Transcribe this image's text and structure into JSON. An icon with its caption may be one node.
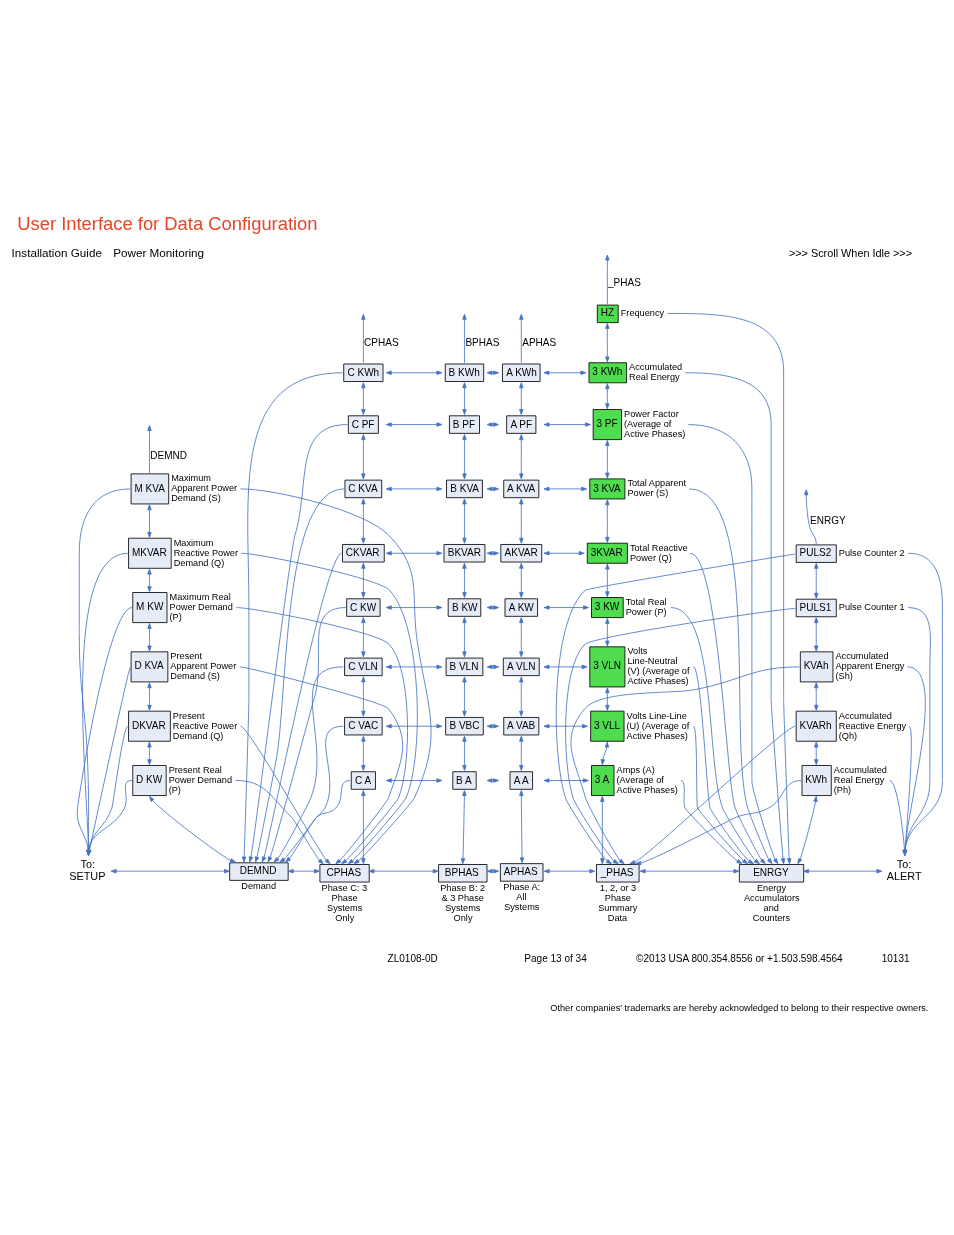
{
  "diagram": {
    "title": "User Interface for Data Configuration",
    "nodes": [
      {
        "text": [
          "To: SETUP"
        ]
      },
      {
        "text": [
          "DEMND"
        ],
        "beside": [
          "Demand"
        ]
      },
      {
        "text": [
          "D KW"
        ],
        "beside": [
          "Present Real Power Demand (P)"
        ]
      },
      {
        "text": [
          "DKVAR"
        ],
        "beside": [
          "Present Reactive Power Demand (Q)"
        ]
      },
      {
        "text": [
          "D KVA"
        ],
        "beside": [
          "Present Apparent Power Demand (S)"
        ]
      },
      {
        "text": [
          "M KW"
        ],
        "beside": [
          "Maximum Real Power Demand (P)"
        ]
      },
      {
        "text": [
          "MKVAR"
        ],
        "beside": [
          "Maximum Reactive Power Demand (Q)"
        ]
      },
      {
        "text": [
          "M KVA"
        ],
        "beside": [
          "Maximum Apparent Power Demand (S)"
        ]
      },
      {
        "text": [
          "CPHAS"
        ],
        "beside": [
          "Phase C: 3 Phase Systems Only"
        ]
      },
      {
        "text": [
          "C A"
        ]
      },
      {
        "text": [
          "C VAC"
        ]
      },
      {
        "text": [
          "C VLN"
        ]
      },
      {
        "text": [
          "C KW"
        ]
      },
      {
        "text": [
          "CKVAR"
        ]
      },
      {
        "text": [
          "C KVA"
        ]
      },
      {
        "text": [
          "C PF"
        ]
      },
      {
        "text": [
          "C KWh"
        ]
      },
      {
        "text": [
          "BPHAS"
        ],
        "beside": [
          "Phase B: 2 & 3 Phase Systems Only"
        ]
      },
      {
        "text": [
          "B A"
        ]
      },
      {
        "text": [
          "B VBC"
        ]
      },
      {
        "text": [
          "B VLN"
        ]
      },
      {
        "text": [
          "B KW"
        ]
      },
      {
        "text": [
          "BKVAR"
        ]
      },
      {
        "text": [
          "B KVA"
        ]
      },
      {
        "text": [
          "B PF"
        ]
      },
      {
        "text": [
          "B KWh"
        ]
      },
      {
        "text": [
          "APHAS"
        ],
        "beside": [
          "Phase A: All Systems"
        ]
      },
      {
        "text": [
          "A A"
        ]
      },
      {
        "text": [
          "A VAB"
        ]
      },
      {
        "text": [
          "A VLN"
        ]
      },
      {
        "text": [
          "A KW"
        ]
      },
      {
        "text": [
          "AKVAR"
        ]
      },
      {
        "text": [
          "A KVA"
        ]
      },
      {
        "text": [
          "A PF"
        ]
      },
      {
        "text": [
          "A KWh"
        ]
      },
      {
        "text": [
          "_PHAS"
        ],
        "beside": [
          "1, 2, or 3 Phase Summary Data"
        ]
      },
      {
        "text": [
          "3 A"
        ],
        "beside": [
          "Amps (A) (Average of Active Phases)"
        ]
      },
      {
        "text": [
          "3 VLL"
        ],
        "beside": [
          "Volts Line-Line (U) (Average of Active Phases)"
        ]
      },
      {
        "text": [
          "3 VLN"
        ],
        "beside": [
          "Volts Line-Neutral (V) (Average of Active Phases)"
        ]
      },
      {
        "text": [
          "3 KW"
        ],
        "beside": [
          "Total Real Power (P)"
        ]
      },
      {
        "text": [
          "3KVAR"
        ],
        "beside": [
          "Total Reactive Power (Q)"
        ]
      },
      {
        "text": [
          "3 KVA"
        ],
        "beside": [
          "Total Apparent Power (S)"
        ]
      },
      {
        "text": [
          "3 PF"
        ],
        "beside": [
          "Power Factor (Average of Active Phases)"
        ]
      },
      {
        "text": [
          "3 KWh"
        ],
        "beside": [
          "Accumulated Real Energy"
        ]
      },
      {
        "text": [
          "HZ"
        ],
        "beside": [
          "Frequency"
        ]
      },
      {
        "text": [
          "ENRGY"
        ],
        "beside": [
          "Energy Accumulators and Counters"
        ]
      },
      {
        "text": [
          "KWh"
        ],
        "beside": [
          "Accumulated Real Energy (Ph)"
        ]
      },
      {
        "text": [
          "KVARh"
        ],
        "beside": [
          "Accumulated Reactive Energy (Qh)"
        ]
      },
      {
        "text": [
          "KVAh"
        ],
        "beside": [
          "Accumulated Apparent Energy (Sh)"
        ]
      },
      {
        "text": [
          "PULS1"
        ],
        "beside": [
          "Pulse Counter 1"
        ]
      },
      {
        "text": [
          "PULS2"
        ],
        "beside": [
          "Pulse Counter 2"
        ]
      },
      {
        "text": [
          "To: ALERT"
        ]
      }
    ],
    "edges": [
      {
        "from": 0,
        "to": 1,
        "arrow": "both"
      },
      {
        "from": 1,
        "to": 8,
        "arrow": "both"
      },
      {
        "from": 8,
        "to": 17,
        "arrow": "both"
      },
      {
        "from": 17,
        "to": 26,
        "arrow": "both"
      },
      {
        "from": 26,
        "to": 35,
        "arrow": "both"
      },
      {
        "from": 35,
        "to": 45,
        "arrow": "both"
      },
      {
        "from": 45,
        "to": 51,
        "arrow": "both"
      },
      {
        "from": 1,
        "to": 2,
        "arrow": "both"
      },
      {
        "from": 2,
        "to": 3,
        "arrow": "both"
      },
      {
        "from": 3,
        "to": 4,
        "arrow": "both"
      },
      {
        "from": 4,
        "to": 5,
        "arrow": "both"
      },
      {
        "from": 5,
        "to": 6,
        "arrow": "both"
      },
      {
        "from": 6,
        "to": 7,
        "arrow": "both"
      },
      {
        "from": 8,
        "to": 9,
        "arrow": "both"
      },
      {
        "from": 9,
        "to": 10,
        "arrow": "both"
      },
      {
        "from": 10,
        "to": 11,
        "arrow": "both"
      },
      {
        "from": 11,
        "to": 12,
        "arrow": "both"
      },
      {
        "from": 12,
        "to": 13,
        "arrow": "both"
      },
      {
        "from": 13,
        "to": 14,
        "arrow": "both"
      },
      {
        "from": 14,
        "to": 15,
        "arrow": "both"
      },
      {
        "from": 15,
        "to": 16,
        "arrow": "both"
      },
      {
        "from": 17,
        "to": 18,
        "arrow": "both"
      },
      {
        "from": 18,
        "to": 19,
        "arrow": "both"
      },
      {
        "from": 19,
        "to": 20,
        "arrow": "both"
      },
      {
        "from": 20,
        "to": 21,
        "arrow": "both"
      },
      {
        "from": 21,
        "to": 22,
        "arrow": "both"
      },
      {
        "from": 22,
        "to": 23,
        "arrow": "both"
      },
      {
        "from": 23,
        "to": 24,
        "arrow": "both"
      },
      {
        "from": 24,
        "to": 25,
        "arrow": "both"
      },
      {
        "from": 26,
        "to": 27,
        "arrow": "both"
      },
      {
        "from": 27,
        "to": 28,
        "arrow": "both"
      },
      {
        "from": 28,
        "to": 29,
        "arrow": "both"
      },
      {
        "from": 29,
        "to": 30,
        "arrow": "both"
      },
      {
        "from": 30,
        "to": 31,
        "arrow": "both"
      },
      {
        "from": 31,
        "to": 32,
        "arrow": "both"
      },
      {
        "from": 32,
        "to": 33,
        "arrow": "both"
      },
      {
        "from": 33,
        "to": 34,
        "arrow": "both"
      },
      {
        "from": 35,
        "to": 36,
        "arrow": "both"
      },
      {
        "from": 36,
        "to": 37,
        "arrow": "both"
      },
      {
        "from": 37,
        "to": 38,
        "arrow": "both"
      },
      {
        "from": 38,
        "to": 39,
        "arrow": "both"
      },
      {
        "from": 39,
        "to": 40,
        "arrow": "both"
      },
      {
        "from": 40,
        "to": 41,
        "arrow": "both"
      },
      {
        "from": 41,
        "to": 42,
        "arrow": "both"
      },
      {
        "from": 42,
        "to": 43,
        "arrow": "both"
      },
      {
        "from": 43,
        "to": 44,
        "arrow": "both"
      },
      {
        "from": 45,
        "to": 46,
        "arrow": "both"
      },
      {
        "from": 46,
        "to": 47,
        "arrow": "both"
      },
      {
        "from": 47,
        "to": 48,
        "arrow": "both"
      },
      {
        "from": 48,
        "to": 49,
        "arrow": "both"
      },
      {
        "from": 49,
        "to": 50,
        "arrow": "both"
      },
      {
        "from": 9,
        "to": 18,
        "arrow": "both"
      },
      {
        "from": 18,
        "to": 27,
        "arrow": "both"
      },
      {
        "from": 27,
        "to": 36,
        "arrow": "both"
      },
      {
        "from": 10,
        "to": 19,
        "arrow": "both"
      },
      {
        "from": 19,
        "to": 28,
        "arrow": "both"
      },
      {
        "from": 28,
        "to": 37,
        "arrow": "both"
      },
      {
        "from": 11,
        "to": 20,
        "arrow": "both"
      },
      {
        "from": 20,
        "to": 29,
        "arrow": "both"
      },
      {
        "from": 29,
        "to": 38,
        "arrow": "both"
      },
      {
        "from": 12,
        "to": 21,
        "arrow": "both"
      },
      {
        "from": 21,
        "to": 30,
        "arrow": "both"
      },
      {
        "from": 30,
        "to": 39,
        "arrow": "both"
      },
      {
        "from": 13,
        "to": 22,
        "arrow": "both"
      },
      {
        "from": 22,
        "to": 31,
        "arrow": "both"
      },
      {
        "from": 31,
        "to": 40,
        "arrow": "both"
      },
      {
        "from": 14,
        "to": 23,
        "arrow": "both"
      },
      {
        "from": 23,
        "to": 32,
        "arrow": "both"
      },
      {
        "from": 32,
        "to": 41,
        "arrow": "both"
      },
      {
        "from": 15,
        "to": 24,
        "arrow": "both"
      },
      {
        "from": 24,
        "to": 33,
        "arrow": "both"
      },
      {
        "from": 33,
        "to": 42,
        "arrow": "both"
      },
      {
        "from": 16,
        "to": 25,
        "arrow": "both"
      },
      {
        "from": 25,
        "to": 34,
        "arrow": "both"
      },
      {
        "from": 34,
        "to": 43,
        "arrow": "both"
      },
      {
        "from": 2,
        "to": 0,
        "arrow": "to"
      },
      {
        "from": 3,
        "to": 0,
        "arrow": "to"
      },
      {
        "from": 4,
        "to": 0,
        "arrow": "to"
      },
      {
        "from": 5,
        "to": 0,
        "arrow": "to"
      },
      {
        "from": 6,
        "to": 0,
        "arrow": "to"
      },
      {
        "from": 7,
        "to": 0,
        "arrow": "to"
      },
      {
        "from": 2,
        "to": 8,
        "arrow": "to"
      },
      {
        "from": 3,
        "to": 8,
        "arrow": "to"
      },
      {
        "from": 4,
        "to": 8,
        "arrow": "to"
      },
      {
        "from": 5,
        "to": 8,
        "arrow": "to"
      },
      {
        "from": 6,
        "to": 8,
        "arrow": "to"
      },
      {
        "from": 7,
        "to": 8,
        "arrow": "to"
      },
      {
        "from": 9,
        "to": 1,
        "arrow": "to"
      },
      {
        "from": 10,
        "to": 1,
        "arrow": "to"
      },
      {
        "from": 11,
        "to": 1,
        "arrow": "to"
      },
      {
        "from": 12,
        "to": 1,
        "arrow": "to"
      },
      {
        "from": 13,
        "to": 1,
        "arrow": "to"
      },
      {
        "from": 14,
        "to": 1,
        "arrow": "to"
      },
      {
        "from": 15,
        "to": 1,
        "arrow": "to"
      },
      {
        "from": 16,
        "to": 1,
        "arrow": "to"
      },
      {
        "from": 36,
        "to": 45,
        "arrow": "to"
      },
      {
        "from": 37,
        "to": 45,
        "arrow": "to"
      },
      {
        "from": 38,
        "to": 45,
        "arrow": "to"
      },
      {
        "from": 39,
        "to": 45,
        "arrow": "to"
      },
      {
        "from": 40,
        "to": 45,
        "arrow": "to"
      },
      {
        "from": 41,
        "to": 45,
        "arrow": "to"
      },
      {
        "from": 42,
        "to": 45,
        "arrow": "to"
      },
      {
        "from": 43,
        "to": 45,
        "arrow": "to"
      },
      {
        "from": 44,
        "to": 45,
        "arrow": "to"
      },
      {
        "from": 46,
        "to": 35,
        "arrow": "to"
      },
      {
        "from": 47,
        "to": 35,
        "arrow": "to"
      },
      {
        "from": 48,
        "to": 35,
        "arrow": "to"
      },
      {
        "from": 49,
        "to": 35,
        "arrow": "to"
      },
      {
        "from": 50,
        "to": 35,
        "arrow": "to"
      },
      {
        "from": 46,
        "to": 51,
        "arrow": "to"
      },
      {
        "from": 47,
        "to": 51,
        "arrow": "to"
      },
      {
        "from": 48,
        "to": 51,
        "arrow": "to"
      },
      {
        "from": 49,
        "to": 51,
        "arrow": "to"
      },
      {
        "from": 50,
        "to": 51,
        "arrow": "to"
      },
      {
        "from": 7,
        "to": null,
        "arrow": "to",
        "label": "DEMND"
      },
      {
        "from": 16,
        "to": null,
        "arrow": "to",
        "label": "CPHAS"
      },
      {
        "from": 25,
        "to": null,
        "arrow": "to",
        "label": "BPHAS"
      },
      {
        "from": 34,
        "to": null,
        "arrow": "to",
        "label": "APHAS"
      },
      {
        "from": 44,
        "to": null,
        "arrow": "to",
        "label": "_PHAS"
      },
      {
        "from": 50,
        "to": null,
        "arrow": "to",
        "label": "ENRGY"
      }
    ],
    "labels": [
      "Installation Guide",
      "Power Monitoring",
      ">>> Scroll When Idle >>>",
      "ZL0108-0D",
      "Page 13 of 34",
      "©2013 USA 800.354.8556 or +1.503.598.4564",
      "10131",
      "Other companies' trademarks are hereby acknowledged to belong to their respective owners."
    ]
  }
}
